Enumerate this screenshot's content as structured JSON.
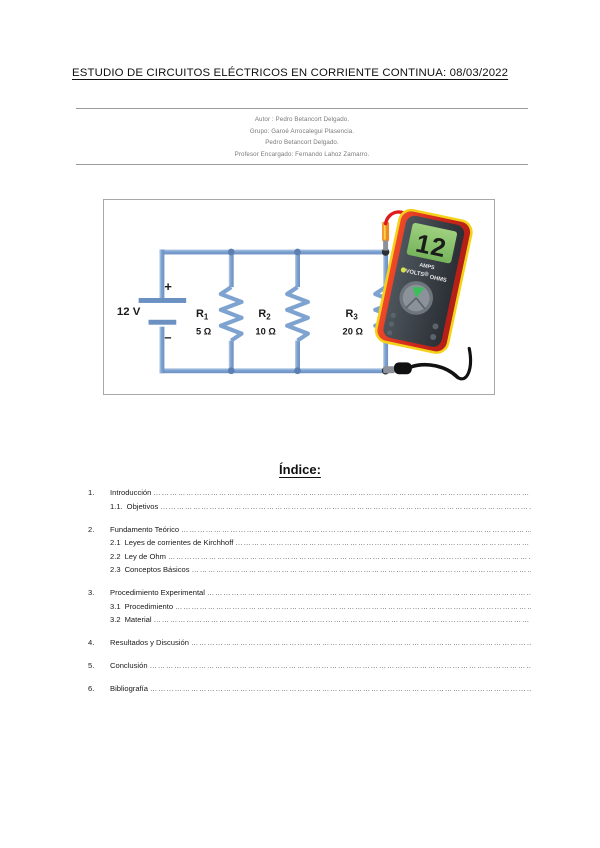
{
  "document": {
    "title": "ESTUDIO DE CIRCUITOS ELÉCTRICOS EN CORRIENTE CONTINUA: 08/03/2022",
    "date": "08/03/2022"
  },
  "authors": {
    "lines": [
      "Autor : Pedro Betancort Delgado.",
      "Grupo:   Garoé Arrocalegui Plasencia.",
      "Pedro Betancort Delgado.",
      "Profesor Encargado: Fernando Lahoz Zamarro."
    ]
  },
  "figure": {
    "caption_label": "circuit-diagram",
    "source_voltage": "12 V",
    "polarity_plus": "+",
    "polarity_minus": "–",
    "resistors": [
      {
        "name": "R",
        "sub": "1",
        "value": "5 Ω"
      },
      {
        "name": "R",
        "sub": "2",
        "value": "10 Ω"
      },
      {
        "name": "R",
        "sub": "3",
        "value": "20 Ω"
      }
    ],
    "multimeter": {
      "display_value": "12",
      "labels": {
        "amps": "AMPS",
        "volts": "VOLTS",
        "ohms": "OHMS"
      }
    },
    "colors": {
      "wire": "#7fa3d1",
      "wire_edge": "#b9cfe8",
      "red_lead": "#e01b1b",
      "black_lead": "#111111",
      "meter_body": "#3d4248",
      "meter_case": "#e23b26",
      "meter_trim": "#f5d21a",
      "lcd": "#86c46a",
      "frame": "#a8a8a8"
    }
  },
  "index": {
    "heading": "Índice:",
    "entries": [
      {
        "level": 1,
        "num": "1.",
        "label": "Introducción"
      },
      {
        "level": 2,
        "num": "1.1.",
        "label": "Objetivos"
      },
      {
        "level": 1,
        "num": "2.",
        "label": "Fundamento Teórico"
      },
      {
        "level": 2,
        "num": "2.1",
        "label": "Leyes de corrientes de Kirchhoff"
      },
      {
        "level": 2,
        "num": "2.2",
        "label": "Ley de Ohm"
      },
      {
        "level": 2,
        "num": "2.3",
        "label": "Conceptos Básicos"
      },
      {
        "level": 1,
        "num": "3.",
        "label": "Procedimiento Experimental"
      },
      {
        "level": 2,
        "num": "3.1",
        "label": "Procedimiento"
      },
      {
        "level": 2,
        "num": "3.2",
        "label": "Material"
      },
      {
        "level": 1,
        "num": "4.",
        "label": "Resultados y Discusión"
      },
      {
        "level": 1,
        "num": "5.",
        "label": "Conclusión"
      },
      {
        "level": 1,
        "num": "6.",
        "label": "Bibliografía"
      }
    ],
    "leader": "……………………………………………………………………………………………………………………………………………………………………"
  }
}
